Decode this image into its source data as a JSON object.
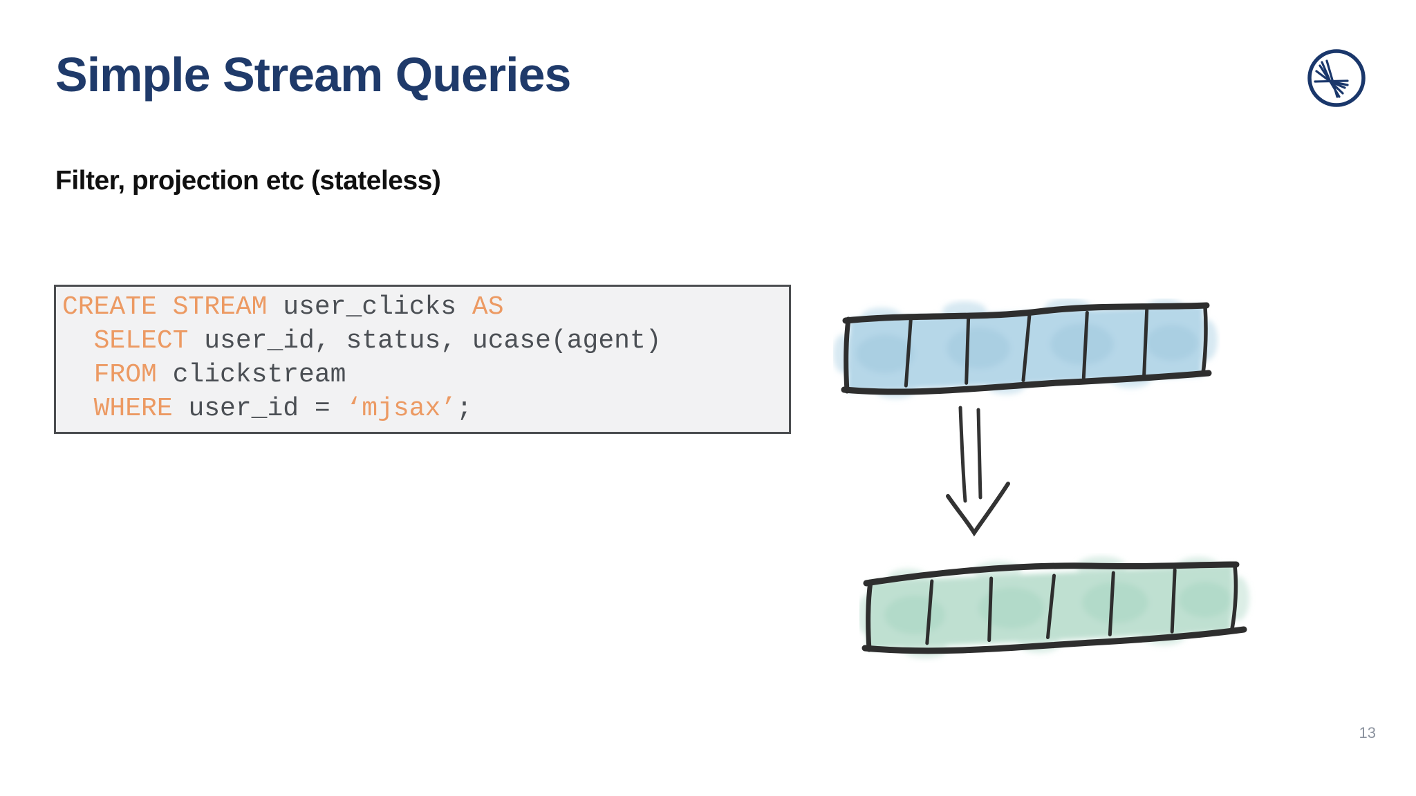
{
  "slide": {
    "title": "Simple Stream Queries",
    "subtitle": "Filter, projection etc (stateless)",
    "page_number": "13"
  },
  "logo": {
    "name": "confluent-logo"
  },
  "code_block": {
    "language": "sql",
    "lines": [
      [
        {
          "text": "CREATE STREAM ",
          "type": "keyword"
        },
        {
          "text": "user_clicks ",
          "type": "plain"
        },
        {
          "text": "AS",
          "type": "keyword"
        }
      ],
      [
        {
          "text": "  ",
          "type": "plain"
        },
        {
          "text": "SELECT",
          "type": "keyword"
        },
        {
          "text": " user_id, status, ucase(agent)",
          "type": "plain"
        }
      ],
      [
        {
          "text": "  ",
          "type": "plain"
        },
        {
          "text": "FROM",
          "type": "keyword"
        },
        {
          "text": " clickstream",
          "type": "plain"
        }
      ],
      [
        {
          "text": "  ",
          "type": "plain"
        },
        {
          "text": "WHERE",
          "type": "keyword"
        },
        {
          "text": " user_id = ",
          "type": "plain"
        },
        {
          "text": "‘mjsax’",
          "type": "string"
        },
        {
          "text": ";",
          "type": "plain"
        }
      ]
    ]
  },
  "diagram": {
    "input_stream": {
      "name": "input-stream",
      "segments": 6,
      "fill": "#b6d7e8",
      "accent": "#9fc8dd"
    },
    "arrow": {
      "name": "down-arrow"
    },
    "output_stream": {
      "name": "output-stream",
      "segments": 6,
      "fill": "#bfe0d1",
      "accent": "#a6d5c2"
    }
  },
  "colors": {
    "title": "#1f3a6a",
    "subtitle": "#101010",
    "keyword": "#ec9a63",
    "string": "#ec9a63",
    "code_text": "#4b4f54",
    "code_bg": "#f2f2f3",
    "code_border": "#4b4d50",
    "sketch_stroke": "#2e2e2e",
    "logo": "#1a376b",
    "page_number": "#8b929e",
    "background": "#ffffff"
  }
}
